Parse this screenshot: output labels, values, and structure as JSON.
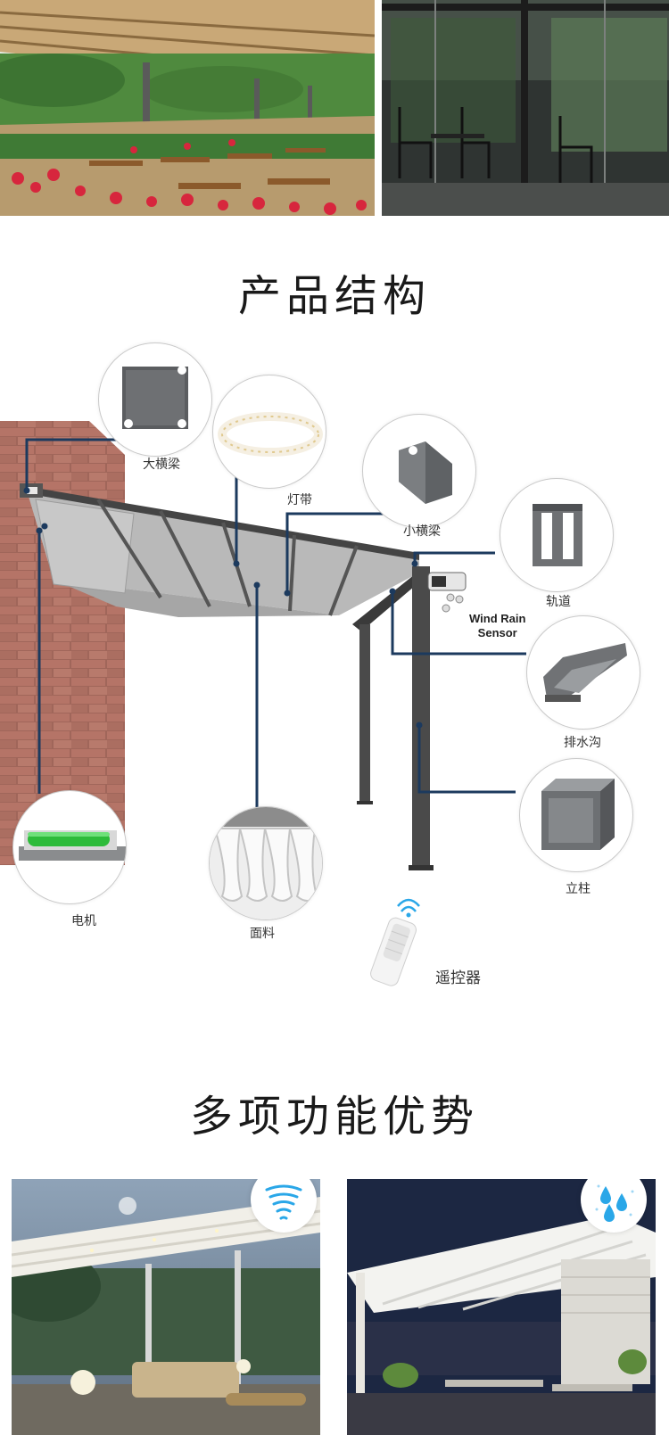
{
  "sections": {
    "structure_title": "产品结构",
    "features_title": "多项功能优势"
  },
  "parts": {
    "large_beam": "大横梁",
    "light_strip": "灯带",
    "small_beam": "小横梁",
    "track": "轨道",
    "sensor_line1": "Wind Rain",
    "sensor_line2": "Sensor",
    "gutter": "排水沟",
    "post": "立柱",
    "motor": "电机",
    "fabric": "面料",
    "remote": "遥控器"
  },
  "icons": {
    "wind": "tornado-icon",
    "rain": "raindrops-icon",
    "wifi": "wifi-signal-icon"
  },
  "colors": {
    "leader_line": "#1c3a5e",
    "frame": "#4a4a4a",
    "fabric": "#bdbdbd",
    "accent_blue": "#2aa7e8",
    "motor_green": "#2dbb3a"
  }
}
